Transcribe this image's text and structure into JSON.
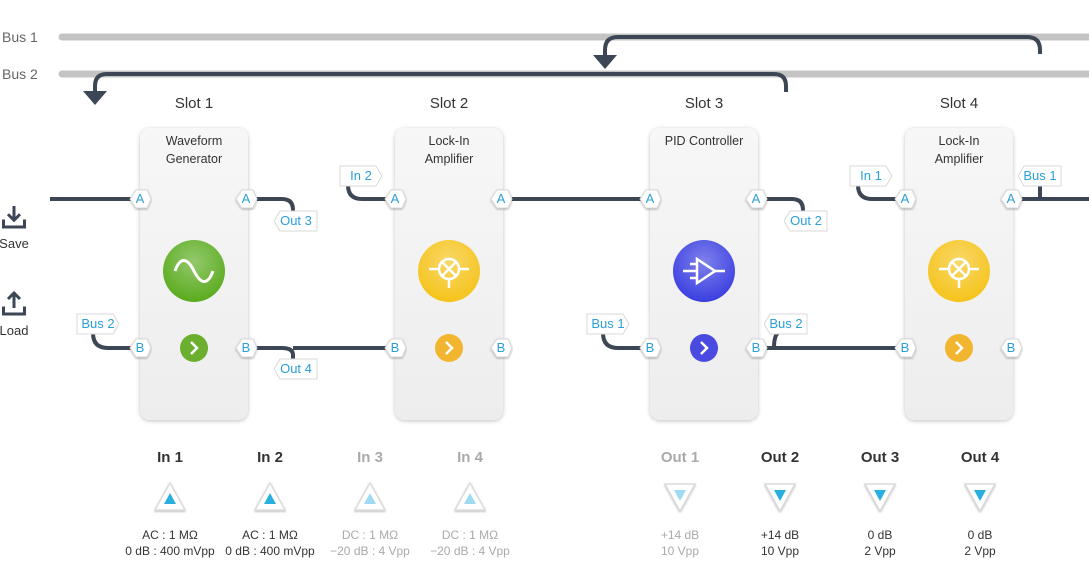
{
  "buses": [
    {
      "label": "Bus 1"
    },
    {
      "label": "Bus 2"
    }
  ],
  "side_actions": [
    {
      "label": "Save",
      "icon": "save-icon"
    },
    {
      "label": "Load",
      "icon": "load-icon"
    }
  ],
  "slots": [
    {
      "title": "Slot 1",
      "module_line1": "Waveform",
      "module_line2": "Generator",
      "icon": "sine-wave-icon",
      "icon_color": "#5aab1e",
      "enable_color": "#6cae2e",
      "input_a": {
        "port": "A",
        "source": ""
      },
      "input_b": {
        "port": "B",
        "source": "Bus 2"
      },
      "output_a": {
        "port": "A",
        "target": "Out 3"
      },
      "output_b": {
        "port": "B",
        "target": "Out 4"
      }
    },
    {
      "title": "Slot 2",
      "module_line1": "Lock-In",
      "module_line2": "Amplifier",
      "icon": "mixer-icon",
      "icon_color": "#f5c31a",
      "enable_color": "#f2b52f",
      "input_a": {
        "port": "A",
        "source": "In 2"
      },
      "input_b": {
        "port": "B",
        "source": ""
      },
      "output_a": {
        "port": "A",
        "target": ""
      },
      "output_b": {
        "port": "B",
        "target": ""
      }
    },
    {
      "title": "Slot 3",
      "module_line1": "PID Controller",
      "module_line2": "",
      "icon": "amplifier-icon",
      "icon_color": "#3a3ee0",
      "enable_color": "#4a4ae0",
      "input_a": {
        "port": "A",
        "source": ""
      },
      "input_b": {
        "port": "B",
        "source": "Bus 1"
      },
      "output_a": {
        "port": "A",
        "target": "Out 2"
      },
      "output_b": {
        "port": "B",
        "target": "Bus 2"
      }
    },
    {
      "title": "Slot 4",
      "module_line1": "Lock-In",
      "module_line2": "Amplifier",
      "icon": "mixer-icon",
      "icon_color": "#f5c31a",
      "enable_color": "#f2b52f",
      "input_a": {
        "port": "A",
        "source": "In 1"
      },
      "input_b": {
        "port": "B",
        "source": ""
      },
      "output_a": {
        "port": "A",
        "target": "Bus 1"
      },
      "output_b": {
        "port": "B",
        "target": ""
      }
    }
  ],
  "inputs": [
    {
      "name": "In 1",
      "active": true,
      "line1": "AC : 1 MΩ",
      "line2": "0 dB : 400 mVpp"
    },
    {
      "name": "In 2",
      "active": true,
      "line1": "AC : 1 MΩ",
      "line2": "0 dB : 400 mVpp"
    },
    {
      "name": "In 3",
      "active": false,
      "line1": "DC : 1 MΩ",
      "line2": "−20 dB : 4 Vpp"
    },
    {
      "name": "In 4",
      "active": false,
      "line1": "DC : 1 MΩ",
      "line2": "−20 dB : 4 Vpp"
    }
  ],
  "outputs": [
    {
      "name": "Out 1",
      "active": false,
      "line1": "+14 dB",
      "line2": "10 Vpp"
    },
    {
      "name": "Out 2",
      "active": true,
      "line1": "+14 dB",
      "line2": "10 Vpp"
    },
    {
      "name": "Out 3",
      "active": true,
      "line1": "0 dB",
      "line2": "2 Vpp"
    },
    {
      "name": "Out 4",
      "active": true,
      "line1": "0 dB",
      "line2": "2 Vpp"
    }
  ],
  "colors": {
    "wire": "#3c4654",
    "bus": "#c4c4c4",
    "tag_text": "#2aa0d8",
    "triangle": "#29aee0"
  }
}
